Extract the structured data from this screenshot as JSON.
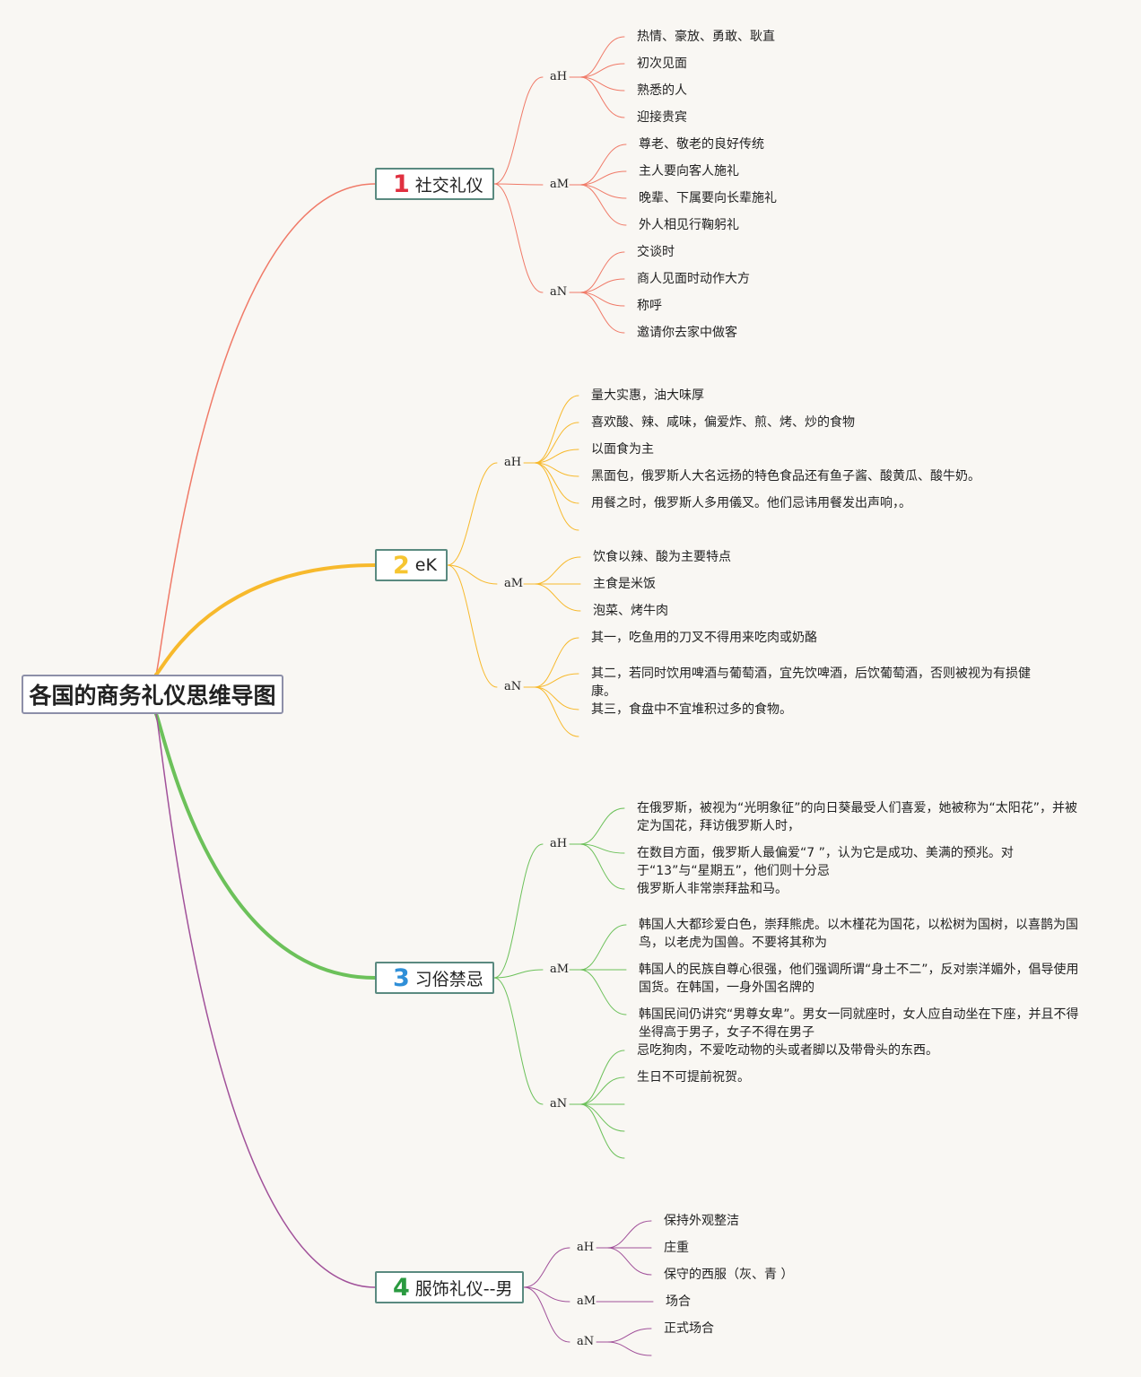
{
  "root": "各国的商务礼仪思维导图",
  "branches": [
    {
      "num": "1",
      "label": "社交礼仪",
      "color": "#f07a68",
      "num_color": "#e03040",
      "subs": [
        {
          "label": "aH",
          "leaves": [
            "热情、豪放、勇敢、耿直",
            "初次见面",
            "熟悉的人",
            "迎接贵宾"
          ]
        },
        {
          "label": "aM",
          "leaves": [
            "尊老、敬老的良好传统",
            "主人要向客人施礼",
            "晚辈、下属要向长辈施礼",
            "外人相见行鞠躬礼"
          ]
        },
        {
          "label": "aN",
          "leaves": [
            "交谈时",
            "商人见面时动作大方",
            "称呼",
            "邀请你去家中做客"
          ]
        }
      ]
    },
    {
      "num": "2",
      "label": "eK",
      "color": "#f7b92c",
      "num_color": "#f6c531",
      "subs": [
        {
          "label": "aH",
          "leaves": [
            "量大实惠，油大味厚",
            "喜欢酸、辣、咸味，偏爱炸、煎、烤、炒的食物",
            "以面食为主",
            "黑面包，俄罗斯人大名远扬的特色食品还有鱼子酱、酸黄瓜、酸牛奶。",
            "用餐之时，俄罗斯人多用儀叉。他们忌讳用餐发出声响，。",
            ""
          ]
        },
        {
          "label": "aM",
          "leaves": [
            "饮食以辣、酸为主要特点",
            "主食是米饭",
            "泡菜、烤牛肉"
          ]
        },
        {
          "label": "aN",
          "leaves": [
            "其一，吃鱼用的刀叉不得用来吃肉或奶酪",
            "其二，若同时饮用啤酒与葡萄酒，宜先饮啤酒，后饮葡萄酒，否则被视为有损健康。",
            "其三，食盘中不宜堆积过多的食物。",
            ""
          ]
        }
      ]
    },
    {
      "num": "3",
      "label": "习俗禁忌",
      "color": "#6cc15a",
      "num_color": "#2f8fd8",
      "subs": [
        {
          "label": "aH",
          "leaves": [
            "在俄罗斯，被视为“光明象征”的向日葵最受人们喜爱，她被称为“太阳花”，并被定为国花，拜访俄罗斯人时，",
            "在数目方面，俄罗斯人最偏爱“7 ”，认为它是成功、美满的预兆。对于“13”与“星期五”，他们则十分忌",
            "俄罗斯人非常崇拜盐和马。"
          ]
        },
        {
          "label": "aM",
          "leaves": [
            "韩国人大都珍爱白色，崇拜熊虎。以木槿花为国花，以松树为国树，以喜鹊为国鸟，以老虎为国兽。不要将其称为",
            "韩国人的民族自尊心很强，他们强调所谓“身土不二”，反对崇洋媚外，倡导使用国货。在韩国，一身外国名牌的",
            "韩国民间仍讲究“男尊女卑”。男女一同就座时，女人应自动坐在下座，并且不得坐得高于男子，女子不得在男子"
          ]
        },
        {
          "label": "aN",
          "leaves": [
            "忌吃狗肉，不爱吃动物的头或者脚以及带骨头的东西。",
            "生日不可提前祝贺。",
            "",
            "",
            ""
          ]
        }
      ]
    },
    {
      "num": "4",
      "label": "服饰礼仪--男",
      "color": "#a1519a",
      "num_color": "#2a9a40",
      "subs": [
        {
          "label": "aH",
          "leaves": [
            "保持外观整洁",
            "庄重",
            "保守的西服（灰、青 ）"
          ]
        },
        {
          "label": "aM",
          "leaves": [
            "场合"
          ]
        },
        {
          "label": "aN",
          "leaves": [
            "正式场合",
            ""
          ]
        }
      ]
    }
  ]
}
